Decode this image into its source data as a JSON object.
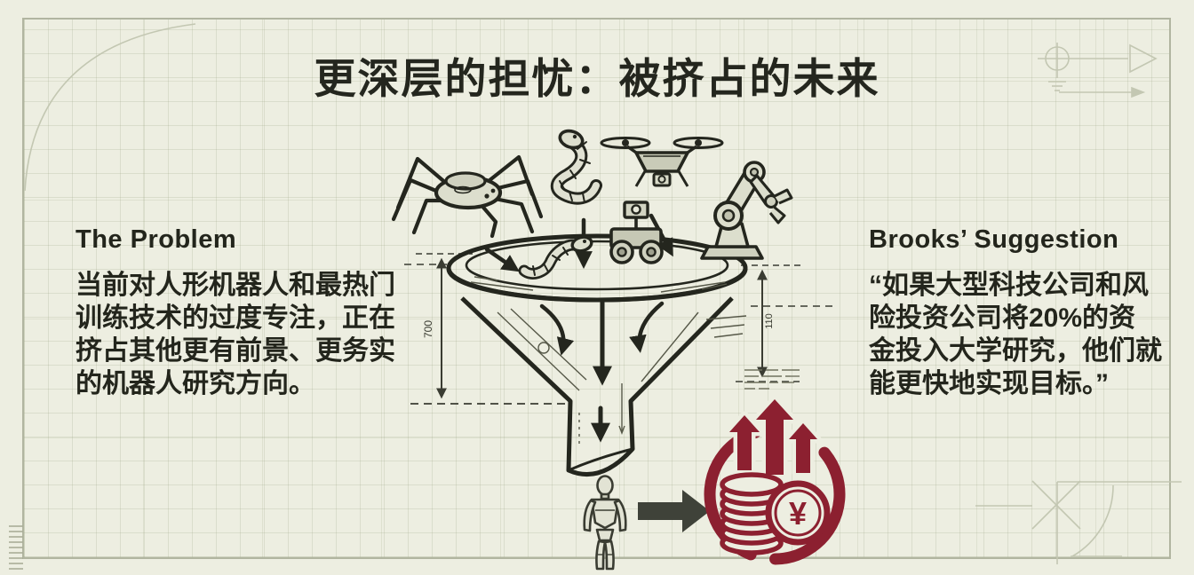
{
  "header": {
    "title": "更深层的担忧：被挤占的未来"
  },
  "problem": {
    "heading": "The Problem",
    "lines": [
      "当前对人形机器人和最热门",
      "训练技术的过度专注，正在",
      "挤占其他更有前景、更务实",
      "的机器人研究方向。"
    ]
  },
  "suggestion": {
    "heading": "Brooks’ Suggestion",
    "lines": [
      "“如果大型科技公司和风",
      "险投资公司将20%的资",
      "金投入大学研究，他们就",
      "能更快地实现目标。”"
    ]
  },
  "funnel": {
    "dim_left": "700",
    "dim_right": "110"
  },
  "money": {
    "currency": "¥"
  },
  "icons": [
    "spider-robot-icon",
    "snake-robot-icon",
    "drone-icon",
    "rover-robot-icon",
    "robot-arm-icon",
    "funnel-icon",
    "humanoid-robot-icon",
    "money-growth-icon"
  ],
  "colors": {
    "background": "#edeee1",
    "ink": "#24261e",
    "grid": "#b1b5a0",
    "accent_red": "#8c2030",
    "arrow_gray": "#3f4239"
  }
}
